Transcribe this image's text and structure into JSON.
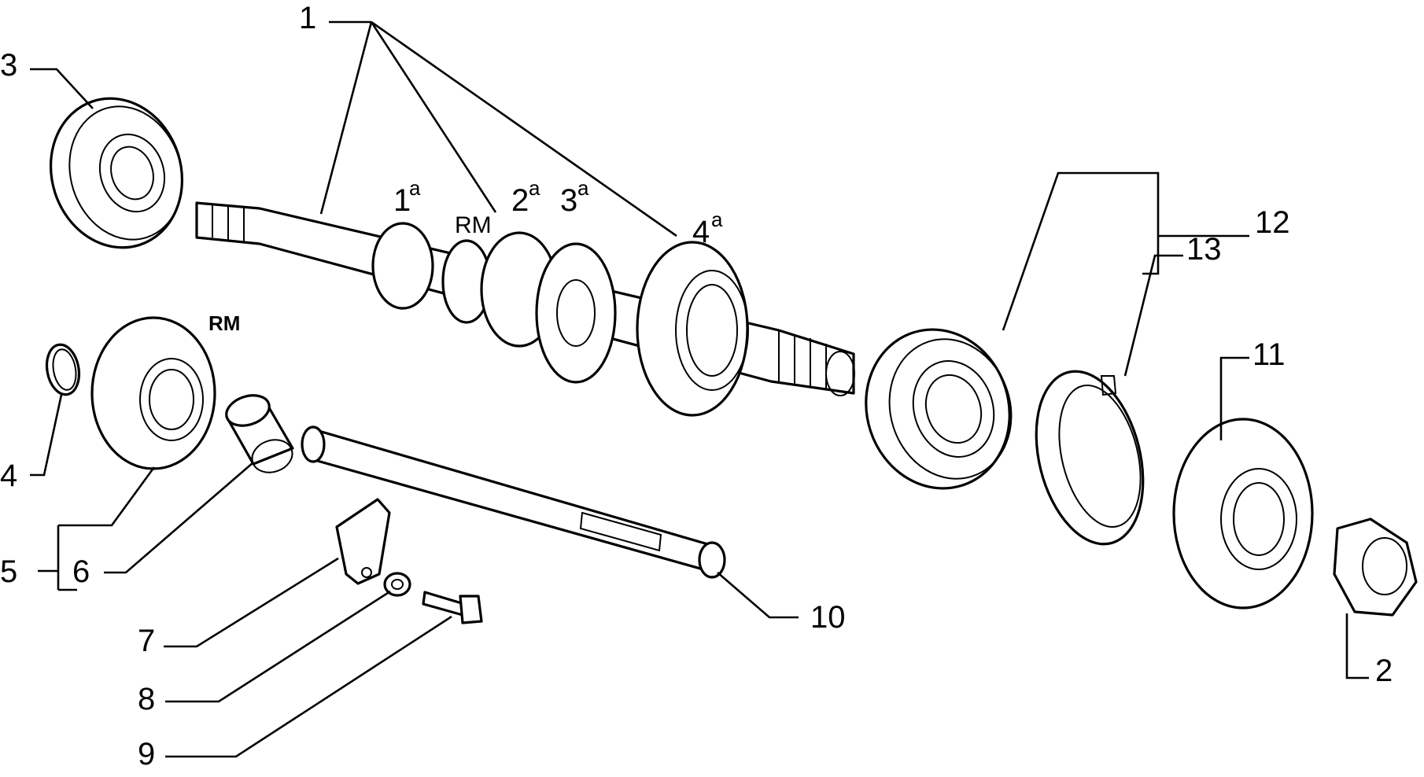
{
  "labels": {
    "n1": "1",
    "n2": "2",
    "n3": "3",
    "n4": "4",
    "n5": "5",
    "n6": "6",
    "n7": "7",
    "n8": "8",
    "n9": "9",
    "n10": "10",
    "n11": "11",
    "n12": "12",
    "n13": "13"
  },
  "gear_marks": {
    "g1": "1",
    "g2": "2",
    "g3": "3",
    "g4": "4",
    "sup": "a",
    "rm_shaft": "RM",
    "rm_gear": "RM"
  }
}
